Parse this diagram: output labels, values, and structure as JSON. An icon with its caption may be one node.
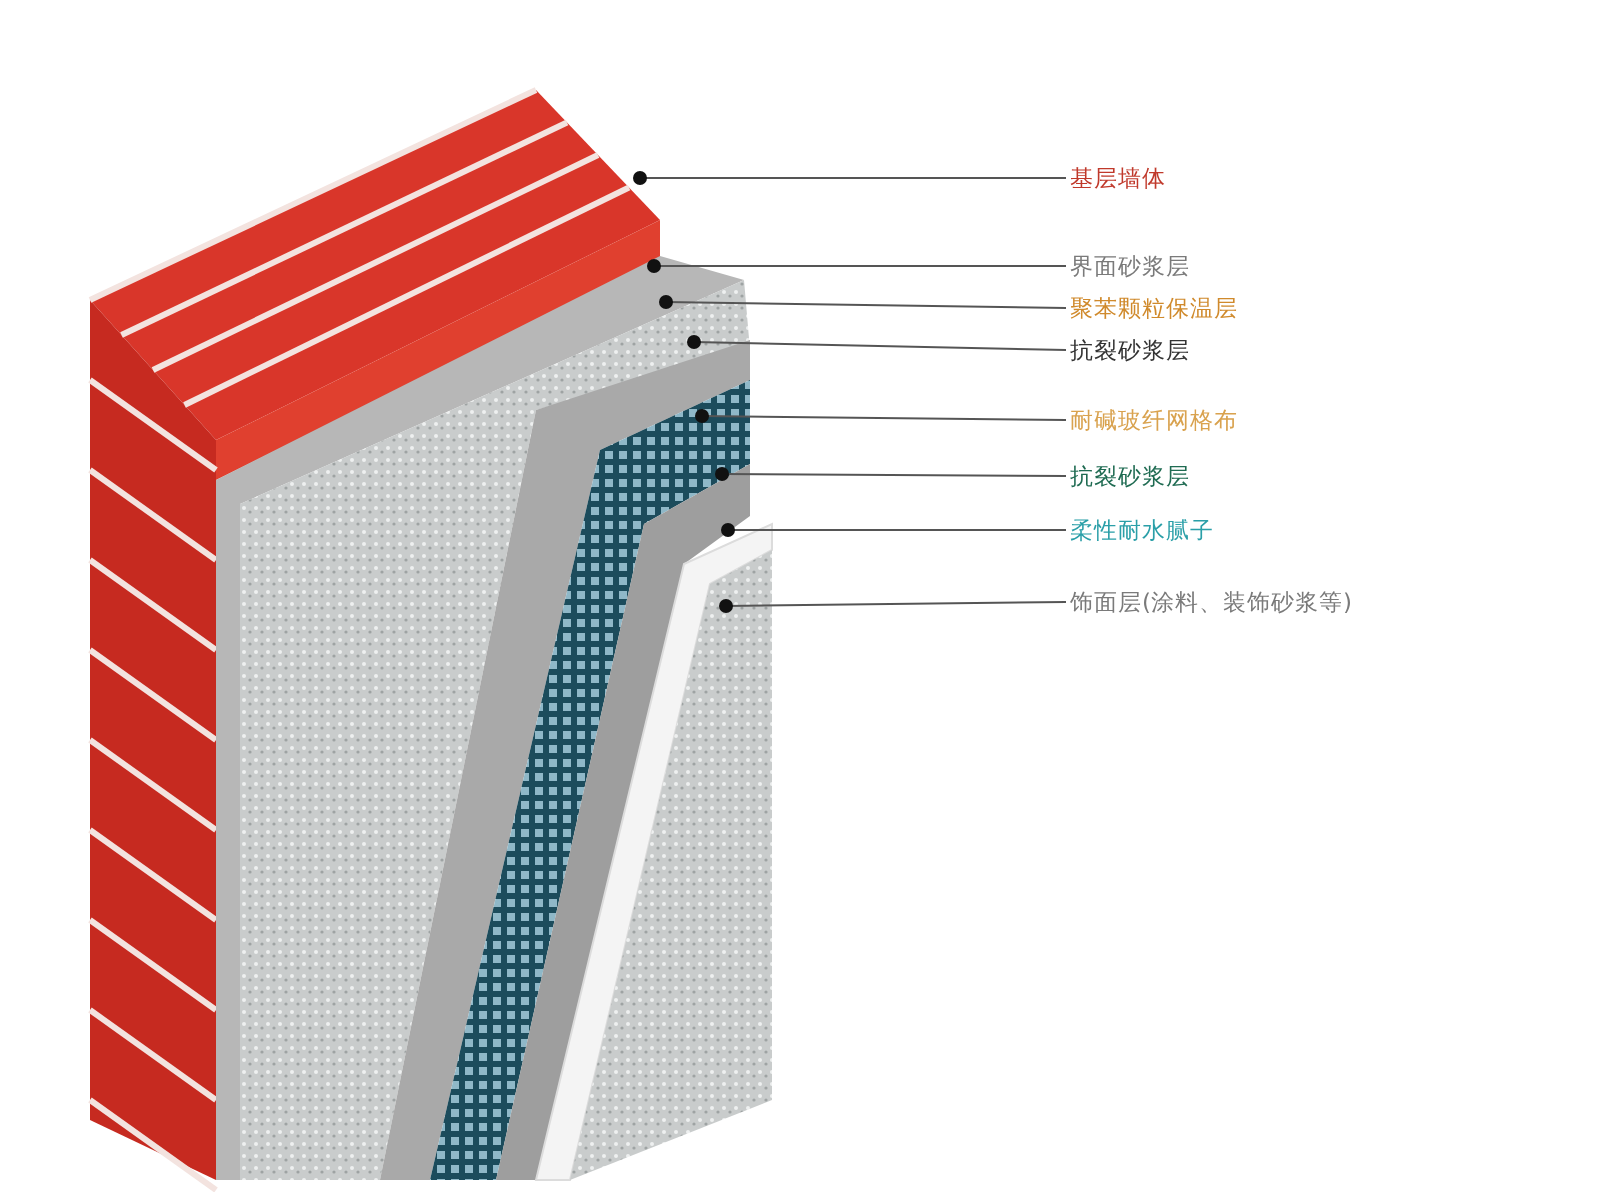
{
  "diagram": {
    "nodes": [
      {
        "text": [
          "基层墙体"
        ]
      },
      {
        "text": [
          "界面砂浆层"
        ]
      },
      {
        "text": [
          "聚苯颗粒保温层"
        ]
      },
      {
        "text": [
          "抗裂砂浆层"
        ]
      },
      {
        "text": [
          "耐碱玻纤网格布"
        ]
      },
      {
        "text": [
          "抗裂砂浆层"
        ]
      },
      {
        "text": [
          "柔性耐水腻子"
        ]
      },
      {
        "text": [
          "饰面层(涂料、装饰砂浆等)"
        ]
      }
    ],
    "edges": [
      {
        "from": 0,
        "to": null,
        "arrow": "other"
      },
      {
        "from": 1,
        "to": null,
        "arrow": "other"
      },
      {
        "from": 2,
        "to": null,
        "arrow": "other"
      },
      {
        "from": 3,
        "to": null,
        "arrow": "other"
      },
      {
        "from": 4,
        "to": null,
        "arrow": "other"
      },
      {
        "from": 5,
        "to": null,
        "arrow": "other"
      },
      {
        "from": 6,
        "to": null,
        "arrow": "other"
      },
      {
        "from": 7,
        "to": null,
        "arrow": "other"
      }
    ]
  }
}
